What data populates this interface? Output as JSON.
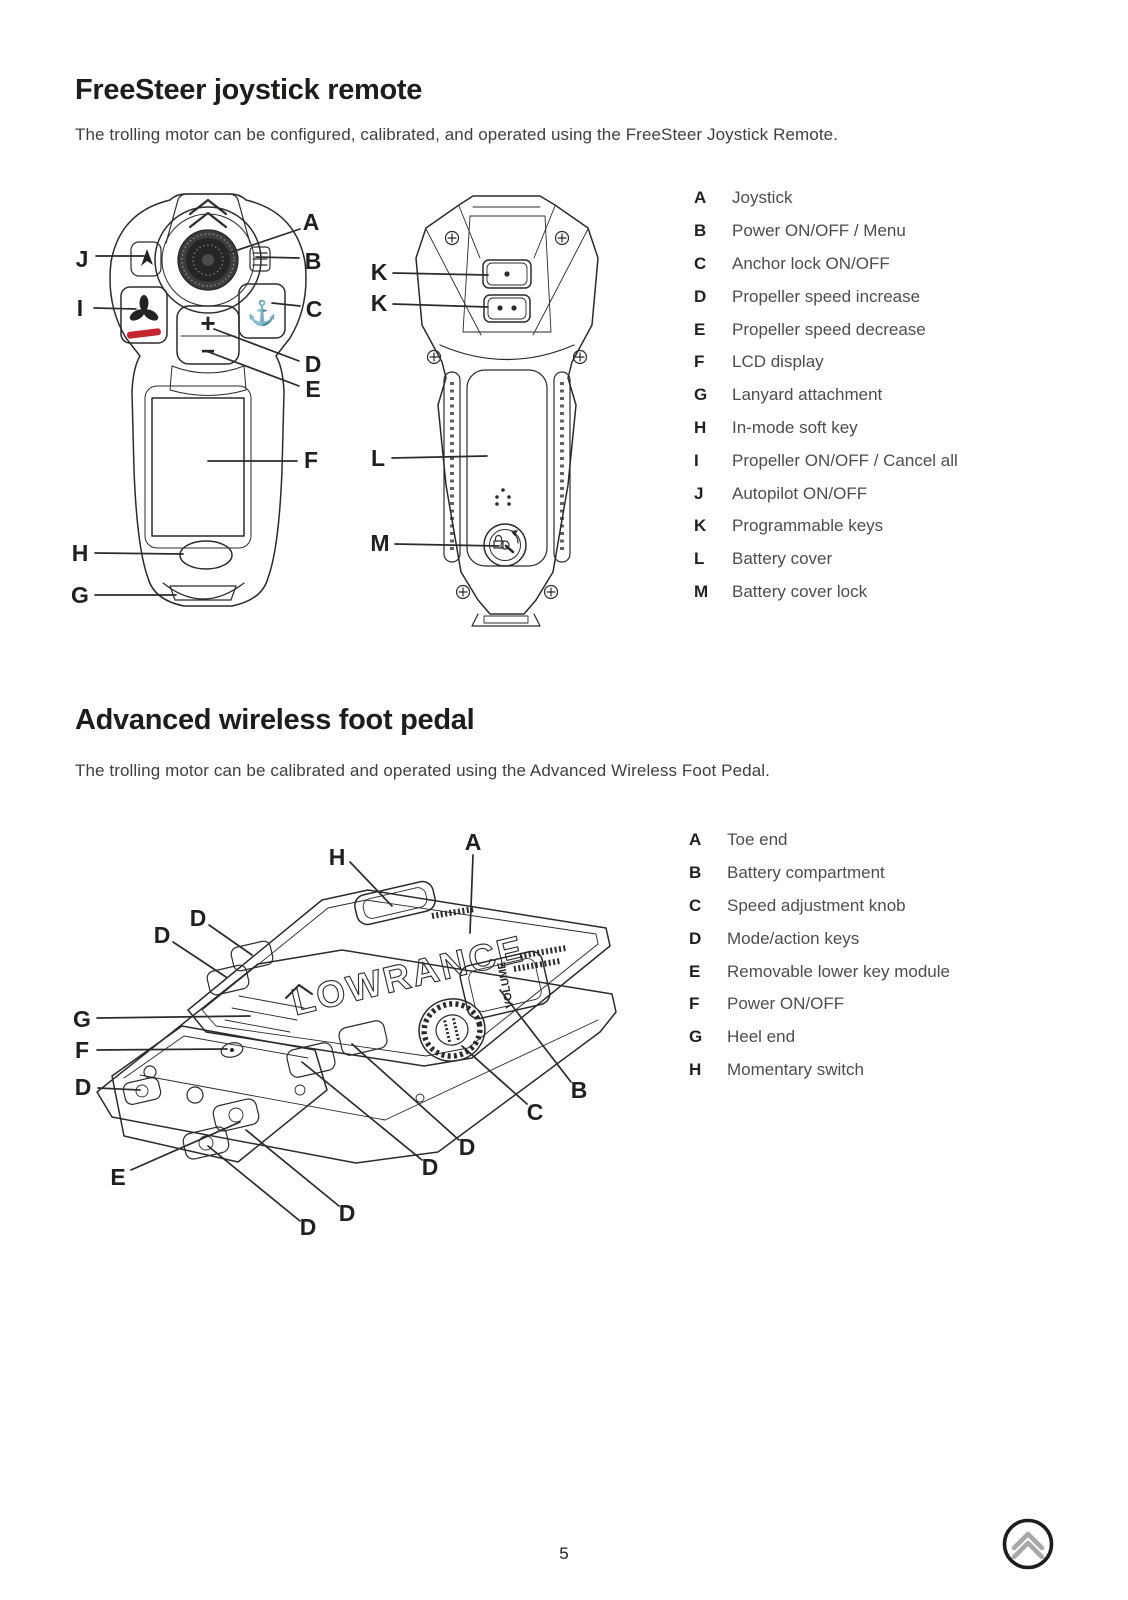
{
  "sections": [
    {
      "heading": "FreeSteer joystick remote",
      "body": "The trolling motor can be configured, calibrated, and operated using the FreeSteer Joystick Remote.",
      "legend": [
        {
          "key": "A",
          "label": "Joystick"
        },
        {
          "key": "B",
          "label": "Power ON/OFF / Menu"
        },
        {
          "key": "C",
          "label": "Anchor lock ON/OFF"
        },
        {
          "key": "D",
          "label": "Propeller speed increase"
        },
        {
          "key": "E",
          "label": "Propeller speed decrease"
        },
        {
          "key": "F",
          "label": "LCD display"
        },
        {
          "key": "G",
          "label": "Lanyard attachment"
        },
        {
          "key": "H",
          "label": "In-mode soft key"
        },
        {
          "key": "I",
          "label": "Propeller ON/OFF / Cancel all"
        },
        {
          "key": "J",
          "label": "Autopilot ON/OFF"
        },
        {
          "key": "K",
          "label": "Programmable keys"
        },
        {
          "key": "L",
          "label": "Battery cover"
        },
        {
          "key": "M",
          "label": "Battery cover lock"
        }
      ]
    },
    {
      "heading": "Advanced wireless foot pedal",
      "body": "The trolling motor can be calibrated and operated using the Advanced Wireless Foot Pedal.",
      "legend": [
        {
          "key": "A",
          "label": "Toe end"
        },
        {
          "key": "B",
          "label": "Battery compartment"
        },
        {
          "key": "C",
          "label": "Speed adjustment knob"
        },
        {
          "key": "D",
          "label": "Mode/action keys"
        },
        {
          "key": "E",
          "label": "Removable lower key module"
        },
        {
          "key": "F",
          "label": "Power ON/OFF"
        },
        {
          "key": "G",
          "label": "Heel end"
        },
        {
          "key": "H",
          "label": "Momentary switch"
        }
      ]
    }
  ],
  "diagrams": {
    "remote_front": {
      "callouts": [
        "A",
        "J",
        "B",
        "I",
        "C",
        "D",
        "E",
        "F",
        "H",
        "G"
      ],
      "increase_glyph": "+",
      "decrease_glyph": "−",
      "anchor_icon_glyph": "⚓"
    },
    "remote_back": {
      "callouts": [
        "K",
        "K",
        "L",
        "M"
      ]
    },
    "pedal": {
      "callouts": [
        "H",
        "A",
        "D",
        "D",
        "G",
        "F",
        "D",
        "B",
        "C",
        "D",
        "D",
        "E",
        "D",
        "D"
      ],
      "wordmark": "LOWRANCE",
      "knob_label": "VOLUME"
    }
  },
  "footer": {
    "page_number": "5"
  },
  "colors": {
    "accent_red": "#c4262e",
    "line": "#2b2b2b",
    "logo_gray": "#a7a8aa"
  }
}
